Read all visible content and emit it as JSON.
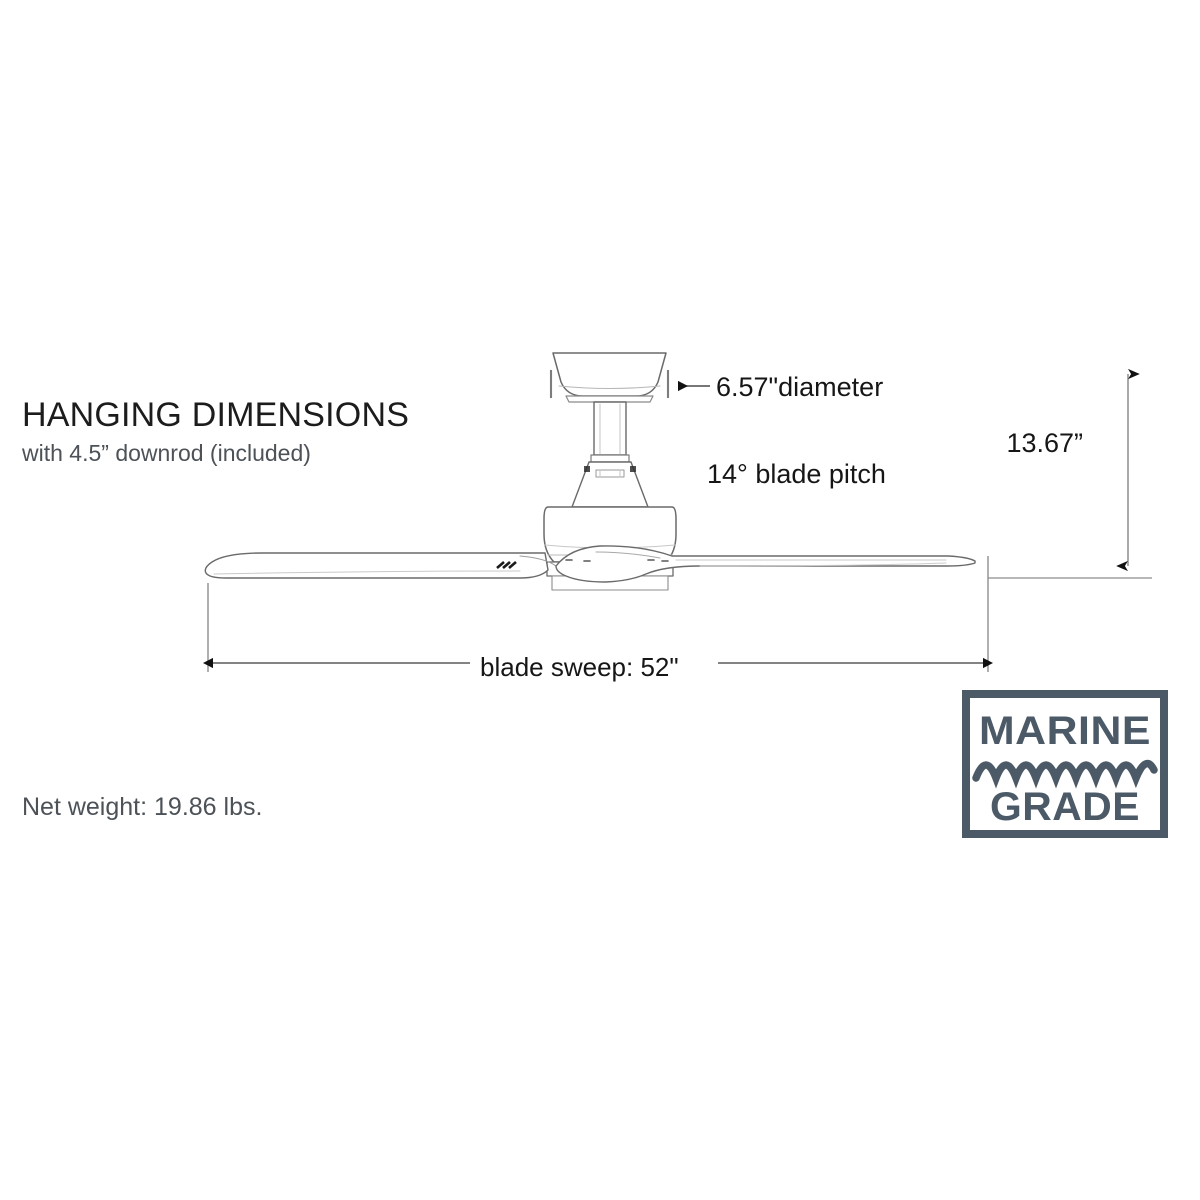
{
  "page": {
    "background_color": "#ffffff",
    "line_color": "#6e6e6e",
    "text_color": "#161616"
  },
  "heading": {
    "title": "HANGING DIMENSIONS",
    "subtitle": "with 4.5” downrod (included)"
  },
  "dimensions": {
    "canopy_diameter": "6.57\"diameter",
    "blade_pitch": "14° blade pitch",
    "hanging_height": "13.67”",
    "blade_sweep": "blade sweep: 52\""
  },
  "specs": {
    "net_weight": "Net weight: 19.86 lbs."
  },
  "badge": {
    "line1": "MARINE",
    "line2": "GRADE",
    "color": "#4c5a68",
    "icon": "wave-icon"
  },
  "product": {
    "parts": [
      "canopy",
      "downrod",
      "motor-collar",
      "motor-housing",
      "blade-left",
      "blade-right"
    ]
  }
}
